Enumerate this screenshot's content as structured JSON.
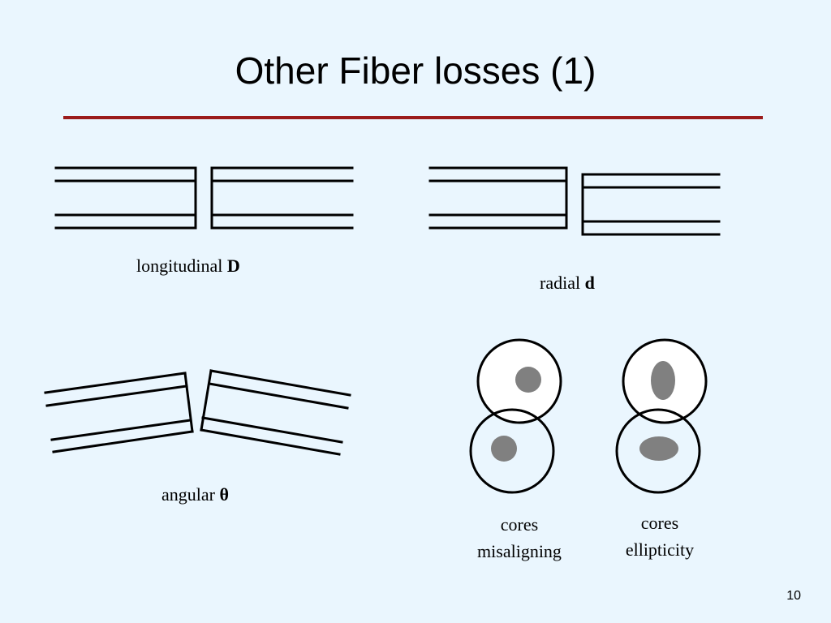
{
  "slide": {
    "title": "Other Fiber losses (1)",
    "page_number": "10",
    "rule_color": "#9b1b1b",
    "background_color": "#eaf6fe"
  },
  "diagrams": {
    "longitudinal": {
      "label": "longitudinal",
      "symbol": "D"
    },
    "radial": {
      "label": "radial",
      "symbol": "d"
    },
    "angular": {
      "label": "angular",
      "symbol": "θ"
    },
    "cores_misaligning": {
      "line1": "cores",
      "line2": "misaligning"
    },
    "cores_ellipticity": {
      "line1": "cores",
      "line2": "ellipticity"
    }
  }
}
